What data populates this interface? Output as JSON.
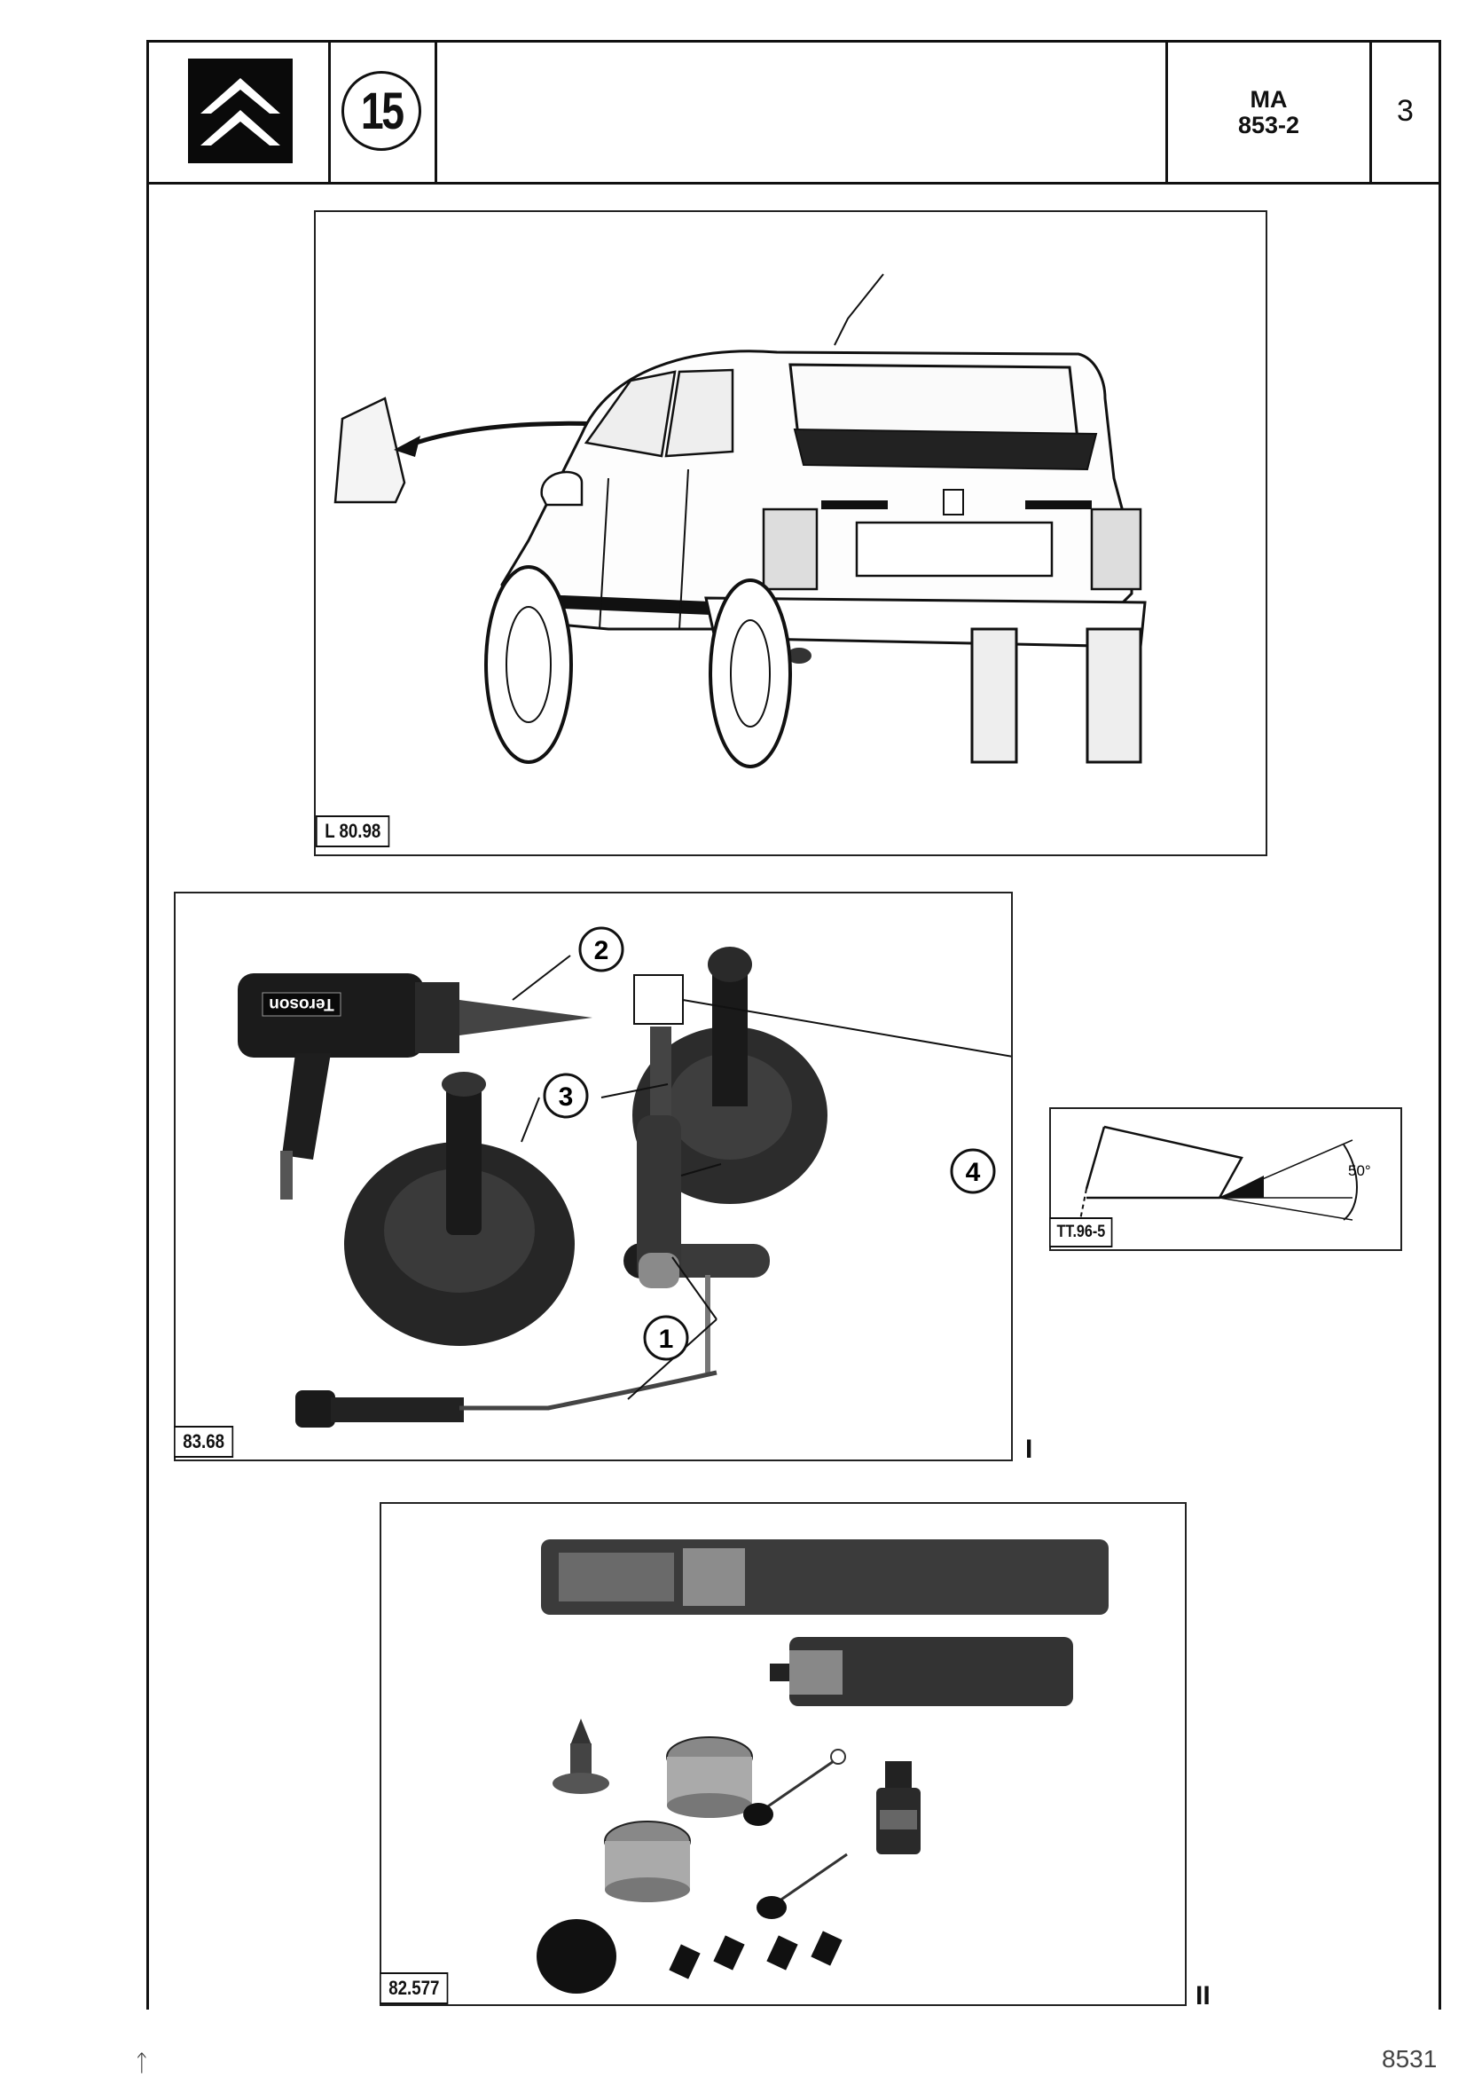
{
  "header": {
    "chapter": "15",
    "doc_code_line1": "MA",
    "doc_code_line2": "853-2",
    "page_number": "3"
  },
  "figures": {
    "car": {
      "ref": "L 80.98"
    },
    "tools": {
      "ref": "83.68",
      "roman": "I",
      "callouts": [
        "2",
        "3",
        "4",
        "1"
      ],
      "gun_brand": "Teroson",
      "detail_ref": "TT.96-5",
      "detail_angle": "50°"
    },
    "kit": {
      "ref": "82.577",
      "roman": "II"
    }
  },
  "footer": {
    "left_mark": "ᛏ",
    "right_mark": "8531"
  }
}
